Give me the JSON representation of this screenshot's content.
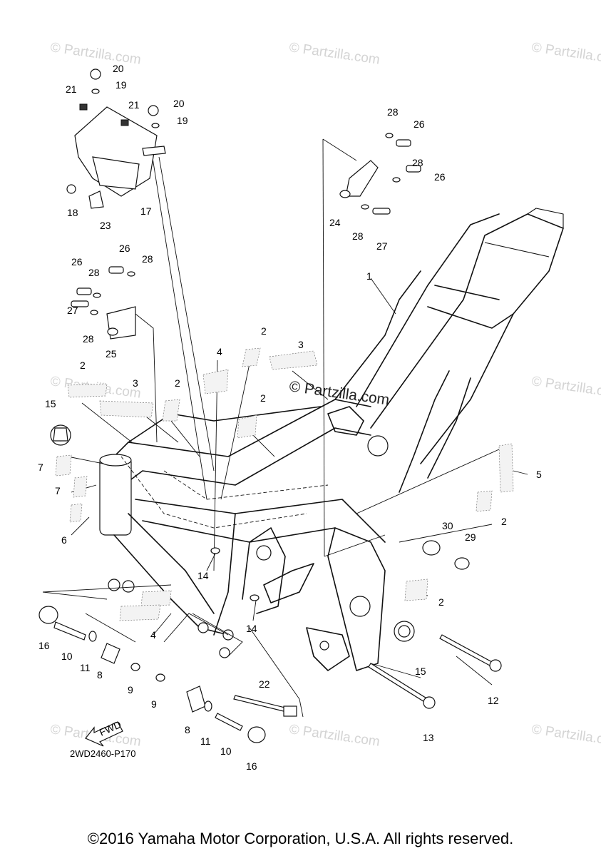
{
  "diagram": {
    "code": "2WD2460-P170",
    "copyright": "©2016 Yamaha Motor Corporation, U.S.A. All rights reserved.",
    "arrow_label": "FWD",
    "watermark": "© Partzilla.com",
    "callouts": [
      {
        "ref": "20",
        "label": "20"
      },
      {
        "ref": "19",
        "label": "19"
      },
      {
        "ref": "21",
        "label": "21"
      },
      {
        "ref": "21b",
        "label": "21"
      },
      {
        "ref": "20b",
        "label": "20"
      },
      {
        "ref": "19b",
        "label": "19"
      },
      {
        "ref": "18",
        "label": "18"
      },
      {
        "ref": "17",
        "label": "17"
      },
      {
        "ref": "23",
        "label": "23"
      },
      {
        "ref": "28a",
        "label": "28"
      },
      {
        "ref": "26a",
        "label": "26"
      },
      {
        "ref": "28b",
        "label": "28"
      },
      {
        "ref": "26b",
        "label": "26"
      },
      {
        "ref": "24",
        "label": "24"
      },
      {
        "ref": "28c",
        "label": "28"
      },
      {
        "ref": "27a",
        "label": "27"
      },
      {
        "ref": "1",
        "label": "1"
      },
      {
        "ref": "26c",
        "label": "26"
      },
      {
        "ref": "28d",
        "label": "28"
      },
      {
        "ref": "26d",
        "label": "26"
      },
      {
        "ref": "28e",
        "label": "28"
      },
      {
        "ref": "27b",
        "label": "27"
      },
      {
        "ref": "28f",
        "label": "28"
      },
      {
        "ref": "25",
        "label": "25"
      },
      {
        "ref": "2a",
        "label": "2"
      },
      {
        "ref": "3a",
        "label": "3"
      },
      {
        "ref": "4a",
        "label": "4"
      },
      {
        "ref": "2b",
        "label": "2"
      },
      {
        "ref": "3b",
        "label": "3"
      },
      {
        "ref": "2c",
        "label": "2"
      },
      {
        "ref": "2d",
        "label": "2"
      },
      {
        "ref": "15a",
        "label": "15"
      },
      {
        "ref": "7a",
        "label": "7"
      },
      {
        "ref": "7b",
        "label": "7"
      },
      {
        "ref": "6",
        "label": "6"
      },
      {
        "ref": "5",
        "label": "5"
      },
      {
        "ref": "2e",
        "label": "2"
      },
      {
        "ref": "30",
        "label": "30"
      },
      {
        "ref": "29",
        "label": "29"
      },
      {
        "ref": "14a",
        "label": "14"
      },
      {
        "ref": "14b",
        "label": "14"
      },
      {
        "ref": "2f",
        "label": "2"
      },
      {
        "ref": "4b",
        "label": "4"
      },
      {
        "ref": "16a",
        "label": "16"
      },
      {
        "ref": "10a",
        "label": "10"
      },
      {
        "ref": "11a",
        "label": "11"
      },
      {
        "ref": "8a",
        "label": "8"
      },
      {
        "ref": "9a",
        "label": "9"
      },
      {
        "ref": "9b",
        "label": "9"
      },
      {
        "ref": "15b",
        "label": "15"
      },
      {
        "ref": "12",
        "label": "12"
      },
      {
        "ref": "22",
        "label": "22"
      },
      {
        "ref": "8b",
        "label": "8"
      },
      {
        "ref": "11b",
        "label": "11"
      },
      {
        "ref": "10b",
        "label": "10"
      },
      {
        "ref": "16b",
        "label": "16"
      },
      {
        "ref": "13",
        "label": "13"
      }
    ]
  }
}
